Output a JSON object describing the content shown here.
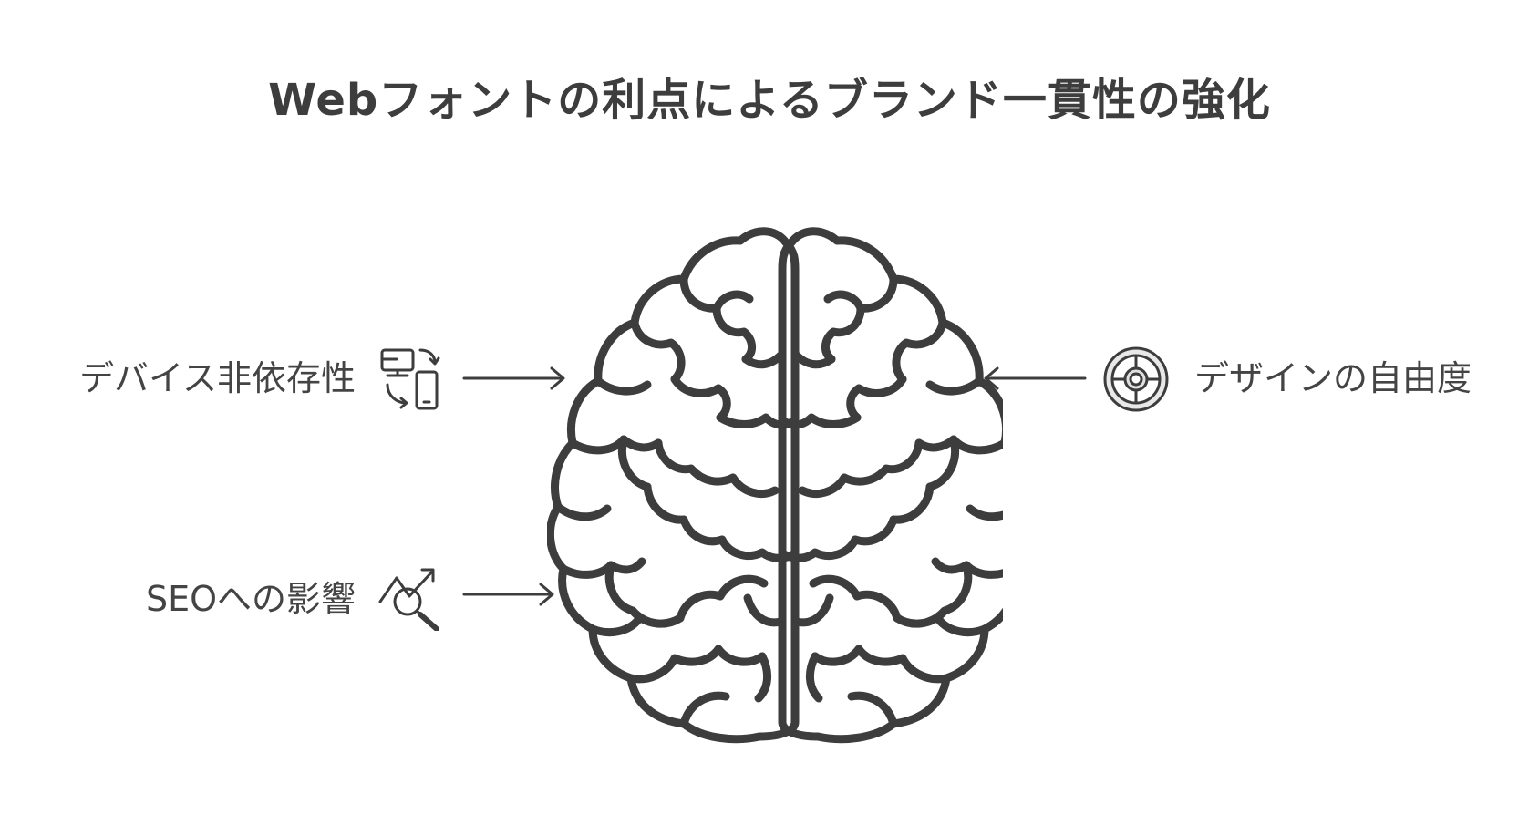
{
  "title": "Webフォントの利点によるブランド一貫性の強化",
  "center": {
    "icon": "brain-icon"
  },
  "items": [
    {
      "label": "デバイス非依存性",
      "icon": "devices-sync-icon",
      "side": "left"
    },
    {
      "label": "SEOへの影響",
      "icon": "chart-search-icon",
      "side": "left"
    },
    {
      "label": "デザインの自由度",
      "icon": "dial-target-icon",
      "side": "right"
    }
  ],
  "colors": {
    "stroke": "#3d3d3d",
    "text": "#444444",
    "background": "#ffffff"
  }
}
